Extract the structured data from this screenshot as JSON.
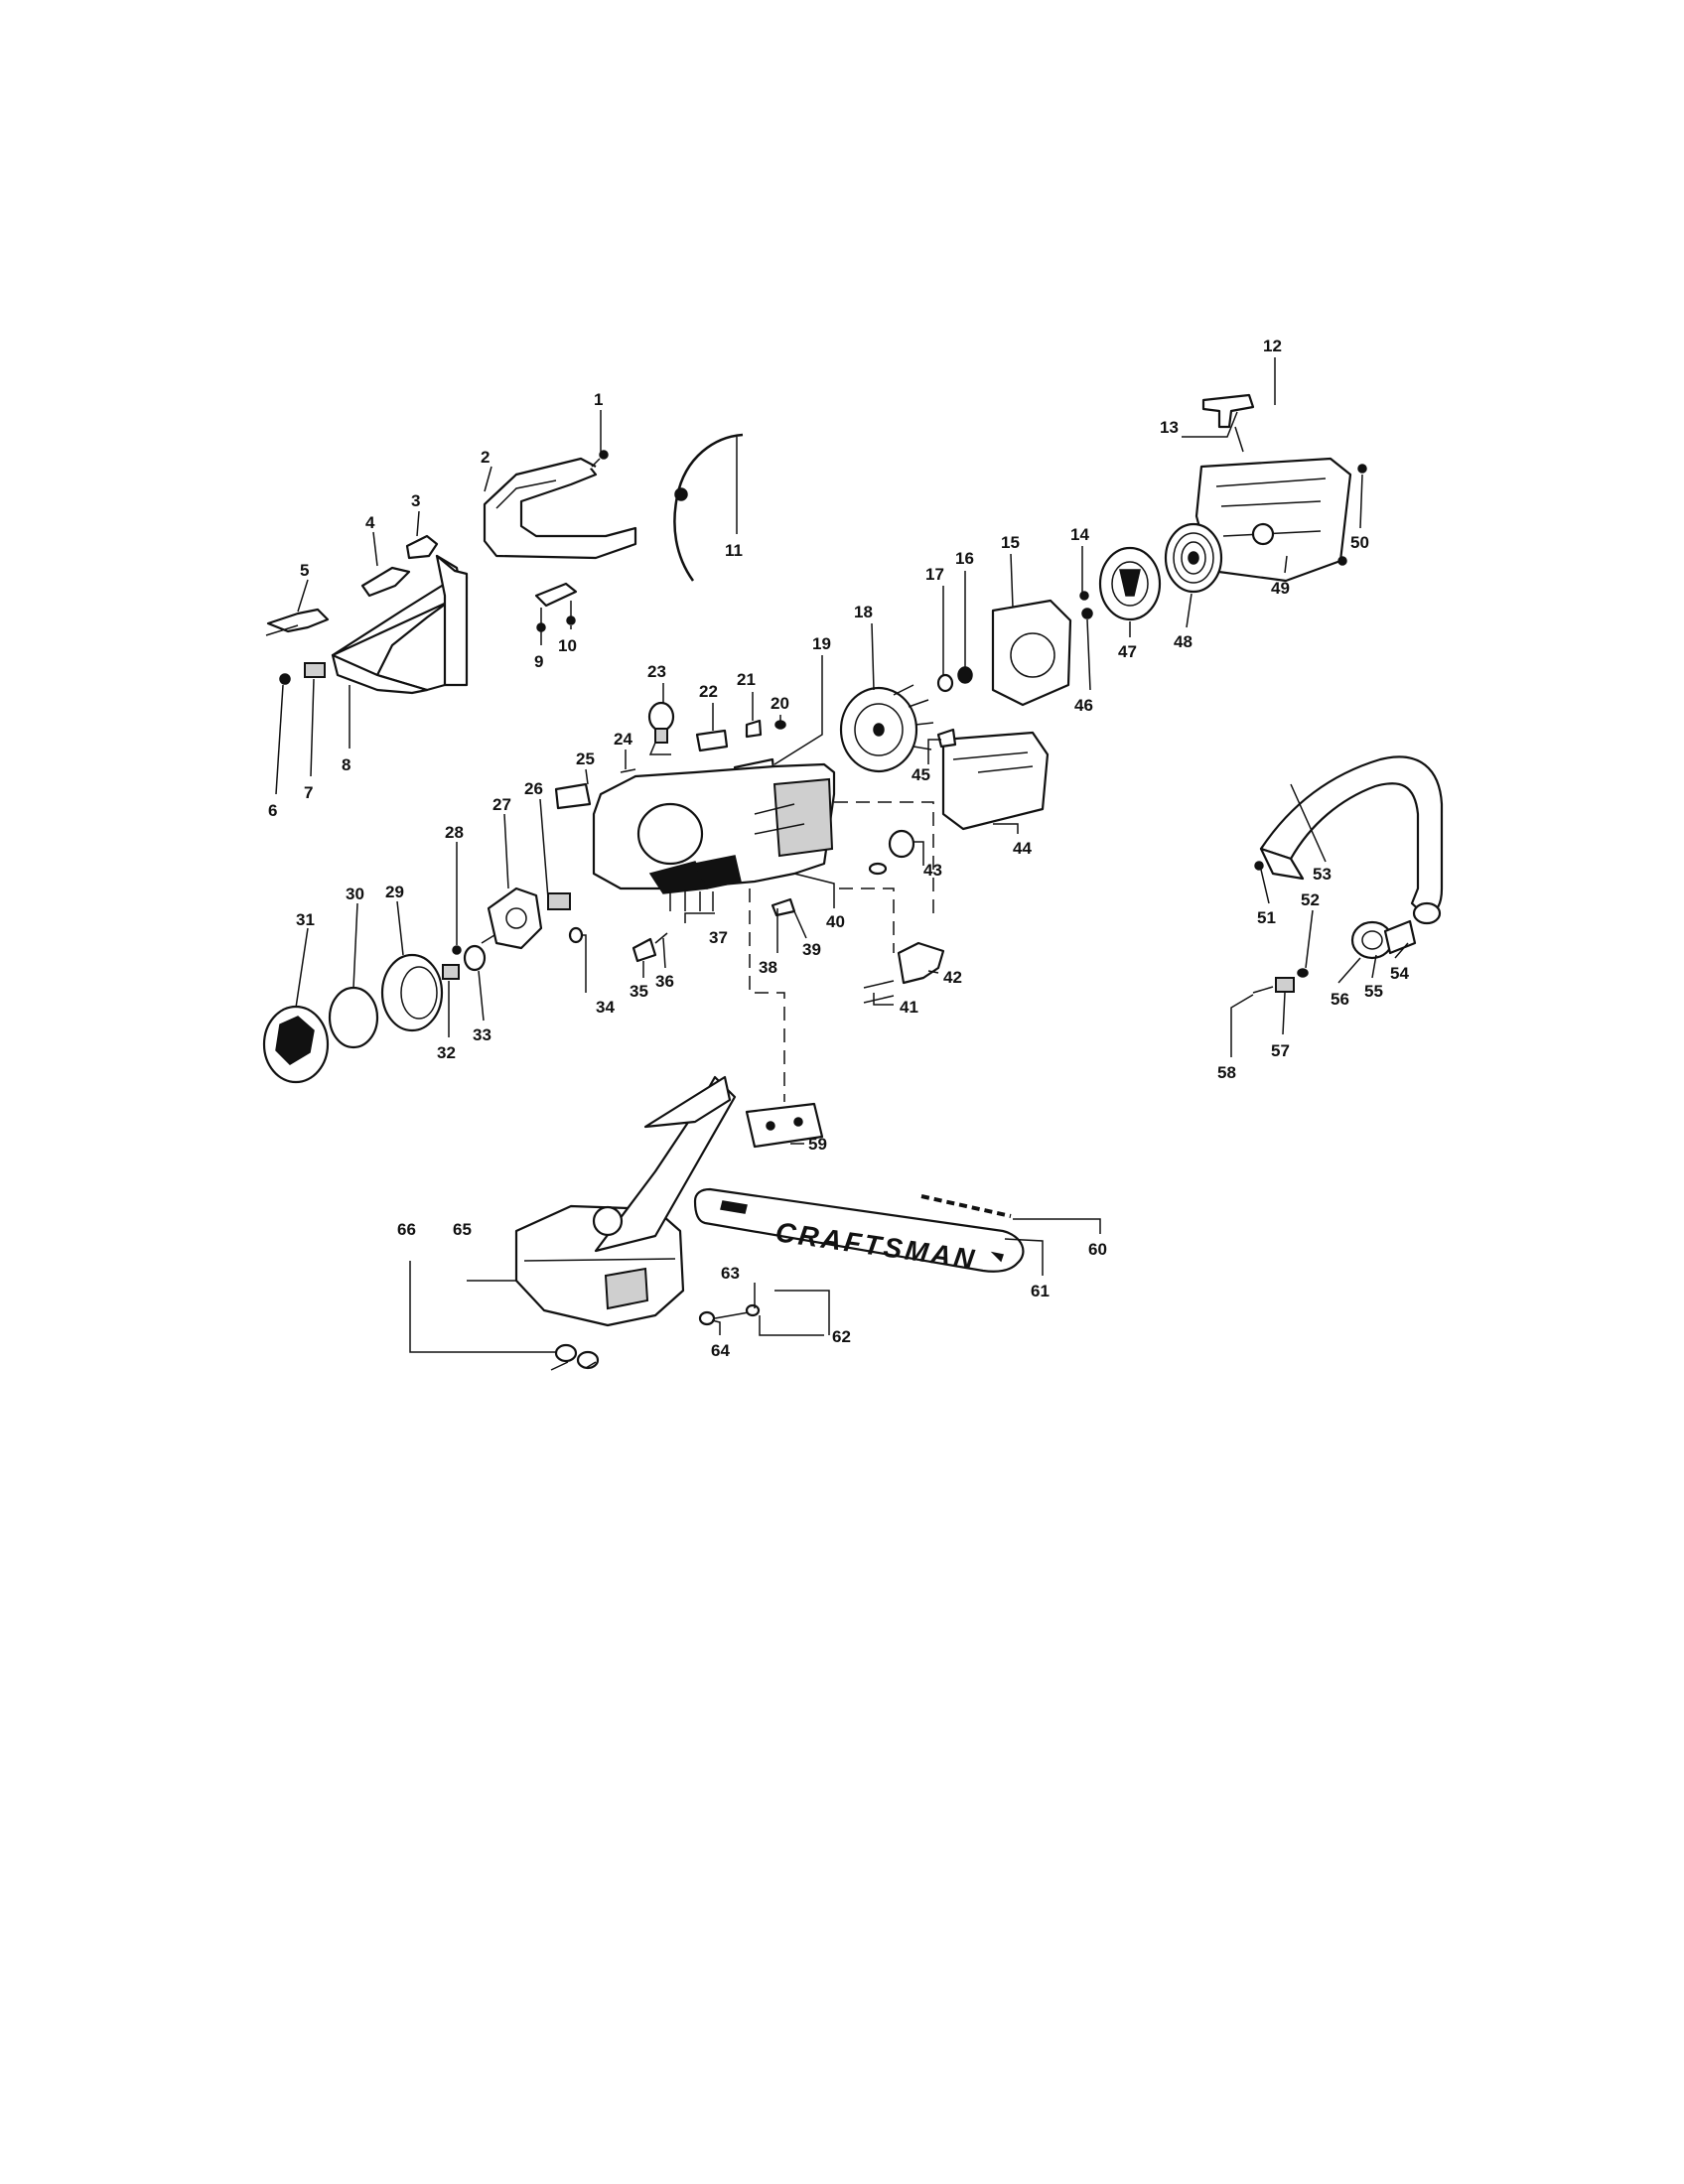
{
  "brand_text": "CRAFTSMAN",
  "callout_labels": [
    "1",
    "2",
    "3",
    "4",
    "5",
    "6",
    "7",
    "8",
    "9",
    "10",
    "11",
    "12",
    "13",
    "14",
    "15",
    "16",
    "17",
    "18",
    "19",
    "20",
    "21",
    "22",
    "23",
    "24",
    "25",
    "26",
    "27",
    "28",
    "29",
    "30",
    "31",
    "32",
    "33",
    "34",
    "35",
    "36",
    "37",
    "38",
    "39",
    "40",
    "41",
    "42",
    "43",
    "44",
    "45",
    "46",
    "47",
    "48",
    "49",
    "50",
    "51",
    "52",
    "53",
    "54",
    "55",
    "56",
    "57",
    "58",
    "59",
    "60",
    "61",
    "62",
    "63",
    "64",
    "65",
    "66"
  ]
}
